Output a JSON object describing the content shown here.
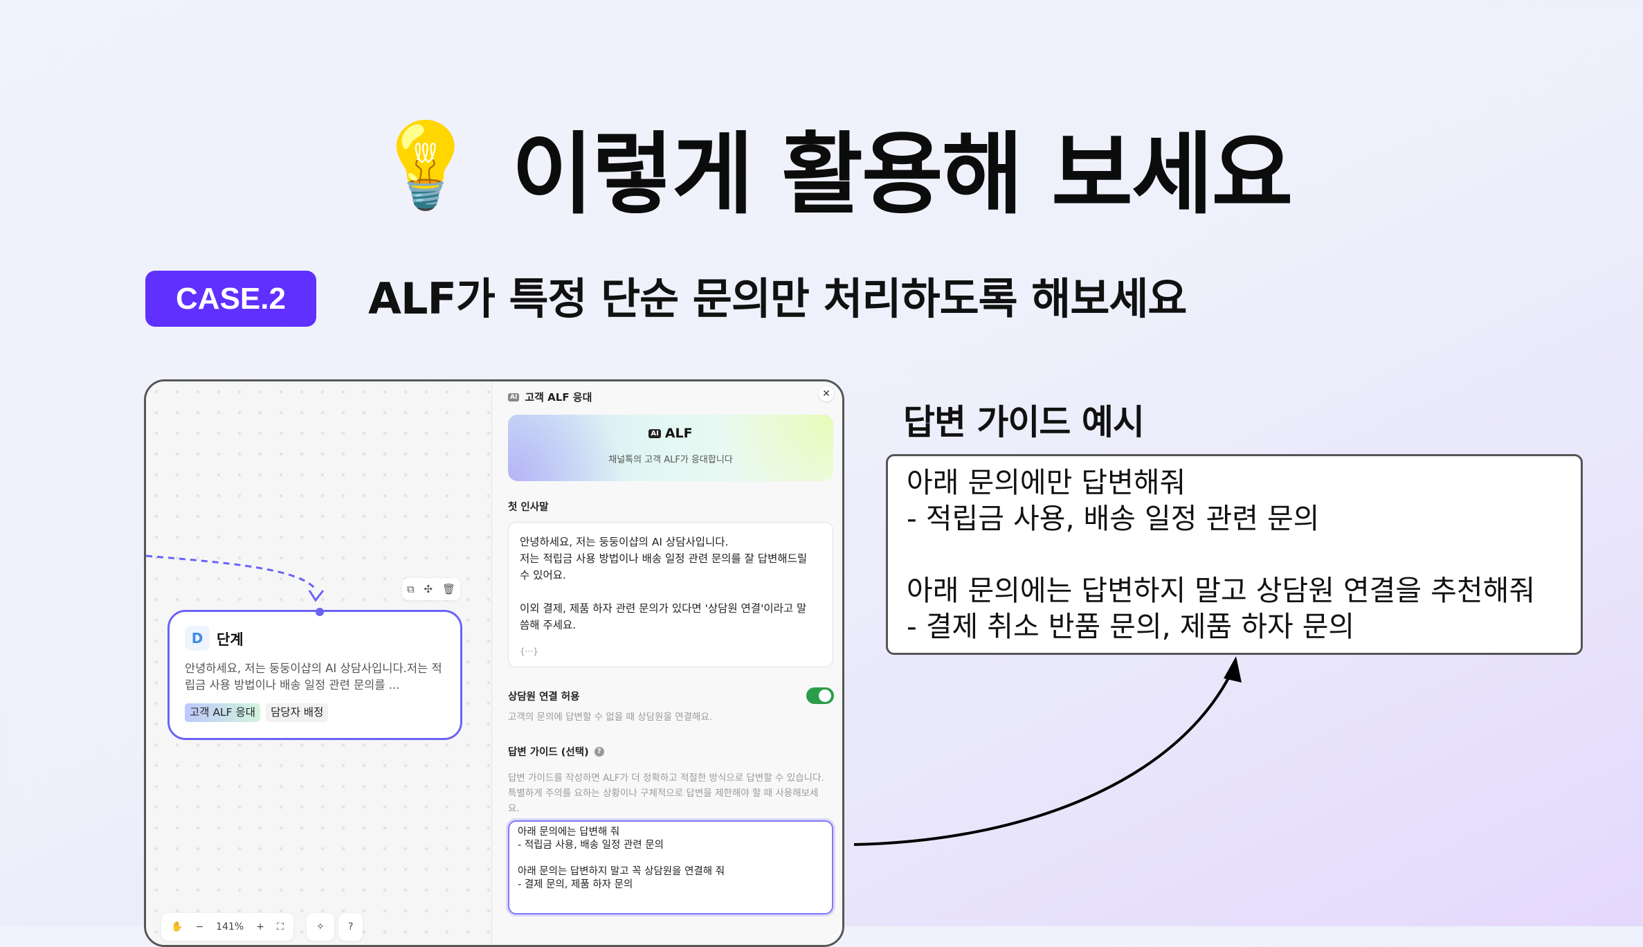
{
  "heading": {
    "emoji": "💡",
    "title": "이렇게 활용해 보세요"
  },
  "case": {
    "badge": "CASE.2",
    "subtitle": "ALF가 특정 단순 문의만 처리하도록 해보세요"
  },
  "canvas": {
    "node": {
      "icon_letter": "D",
      "title": "단계",
      "description": "안녕하세요, 저는 둥둥이샵의 AI 상담사입니다.저는 적립금 사용 방법이나 배송 일정 관련 문의를 ...",
      "tags": [
        "고객 ALF 응대",
        "담당자 배정"
      ]
    },
    "zoom_level": "141%"
  },
  "panel": {
    "header_title": "고객 ALF 응대",
    "banner_title": "ALF",
    "banner_subtitle": "채널톡의 고객 ALF가 응대합니다",
    "greeting_label": "첫 인사말",
    "greeting_lines": [
      "안녕하세요, 저는 둥둥이샵의 AI 상담사입니다.",
      "저는 적립금 사용 방법이나 배송 일정 관련 문의를 잘 답변해드릴",
      "수 있어요.",
      "",
      "이외 결제, 제품 하자 관련 문의가 있다면 '상담원 연결'이라고 말",
      "씀해 주세요."
    ],
    "variable_token": "{···}",
    "handoff_label": "상담원 연결 허용",
    "handoff_enabled": true,
    "handoff_desc": "고객의 문의에 답변할 수 없을 때 상담원을 연결해요.",
    "guide_label": "답변 가이드 (선택)",
    "guide_desc_lines": [
      "답변 가이드를 작성하면 ALF가 더 정확하고 적절한 방식으로 답변할 수 있습니다.",
      "특별하게 주의를 요하는 상황이나 구체적으로 답변을 제한해야 할 때 사용해보세",
      "요."
    ],
    "guide_value_lines": [
      "아래 문의에는 답변해 줘",
      "- 적립금 사용, 배송 일정 관련 문의",
      "",
      "아래 문의는 답변하지 말고 꼭 상담원을 연결해 줘",
      "- 결제 문의, 제품 하자 문의"
    ]
  },
  "example": {
    "title": "답변 가이드 예시",
    "lines": [
      "아래 문의에만 답변해줘",
      "- 적립금 사용, 배송 일정 관련 문의",
      "",
      "아래 문의에는 답변하지 말고 상담원 연결을 추천해줘",
      "- 결제 취소 반품 문의, 제품 하자 문의"
    ]
  },
  "colors": {
    "accent": "#6030ff",
    "node_border": "#6b63f5",
    "toggle": "#2a9d4a"
  }
}
